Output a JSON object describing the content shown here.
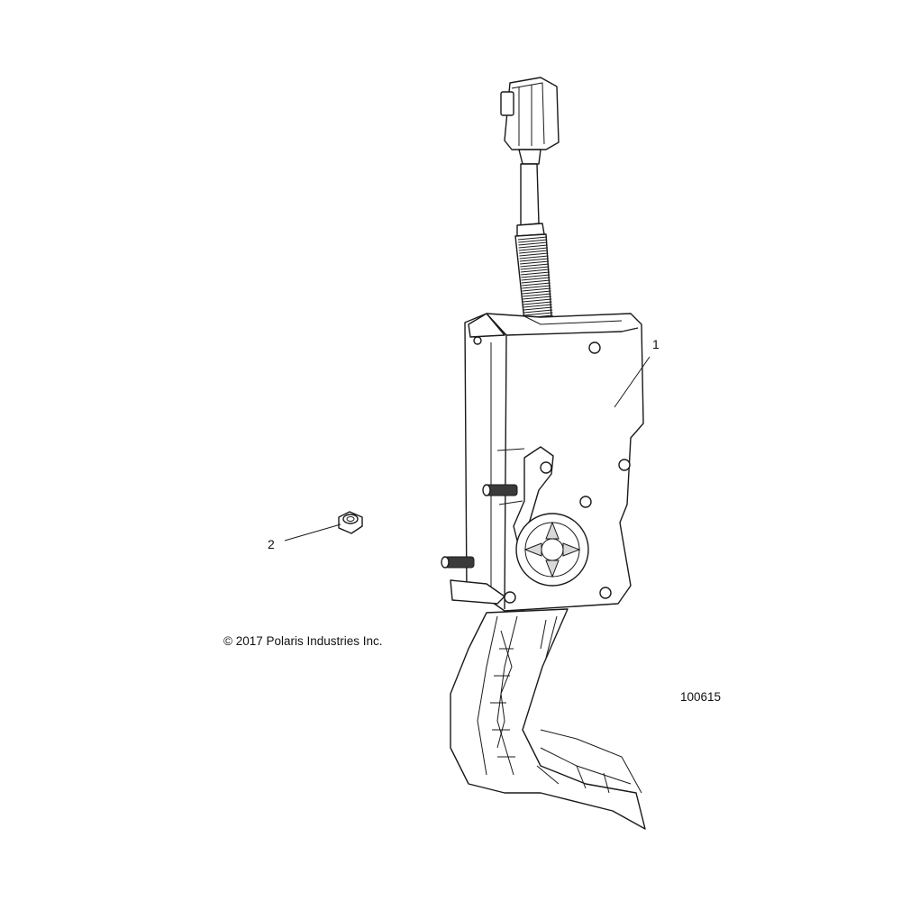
{
  "diagram": {
    "callouts": [
      {
        "label": "1"
      },
      {
        "label": "2"
      }
    ],
    "copyright": "© 2017 Polaris Industries Inc.",
    "figure_number": "100615"
  }
}
